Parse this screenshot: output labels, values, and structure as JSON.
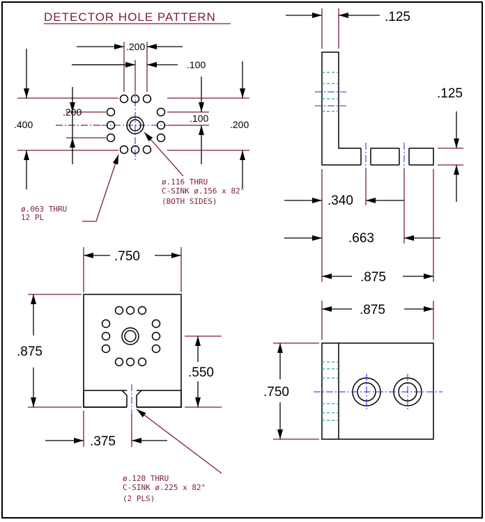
{
  "title": "DETECTOR HOLE PATTERN",
  "hole_pattern": {
    "dim_spacing": ".200",
    "dim_offset_top": ".100",
    "dim_vertical_left": ".400",
    "dim_left_mid": ".200",
    "dim_offset_right": ".100",
    "dim_right": ".200",
    "note_small_holes": [
      "ø.063 THRU",
      "12 PL"
    ],
    "note_center_hole": [
      "ø.116 THRU",
      "C-SINK ø.156 x 82°",
      "(BOTH SIDES)"
    ]
  },
  "side_view": {
    "dim_wall": ".125",
    "dim_base": ".125",
    "dim_hole1": ".340",
    "dim_hole2": ".663",
    "dim_length": ".875"
  },
  "front_view": {
    "dim_width": ".750",
    "dim_height": ".875",
    "dim_pattern_height": ".550",
    "dim_slot": ".375",
    "note_slot_holes": [
      "ø.120 THRU",
      "C-SINK ø.225 x 82°",
      "(2 PLS)"
    ]
  },
  "bottom_view": {
    "dim_length": ".875",
    "dim_width": ".750"
  },
  "colors": {
    "line": "#000000",
    "note": "#7a1e2e",
    "centerline": "#2020d0",
    "hidden": "#20a0a0"
  }
}
